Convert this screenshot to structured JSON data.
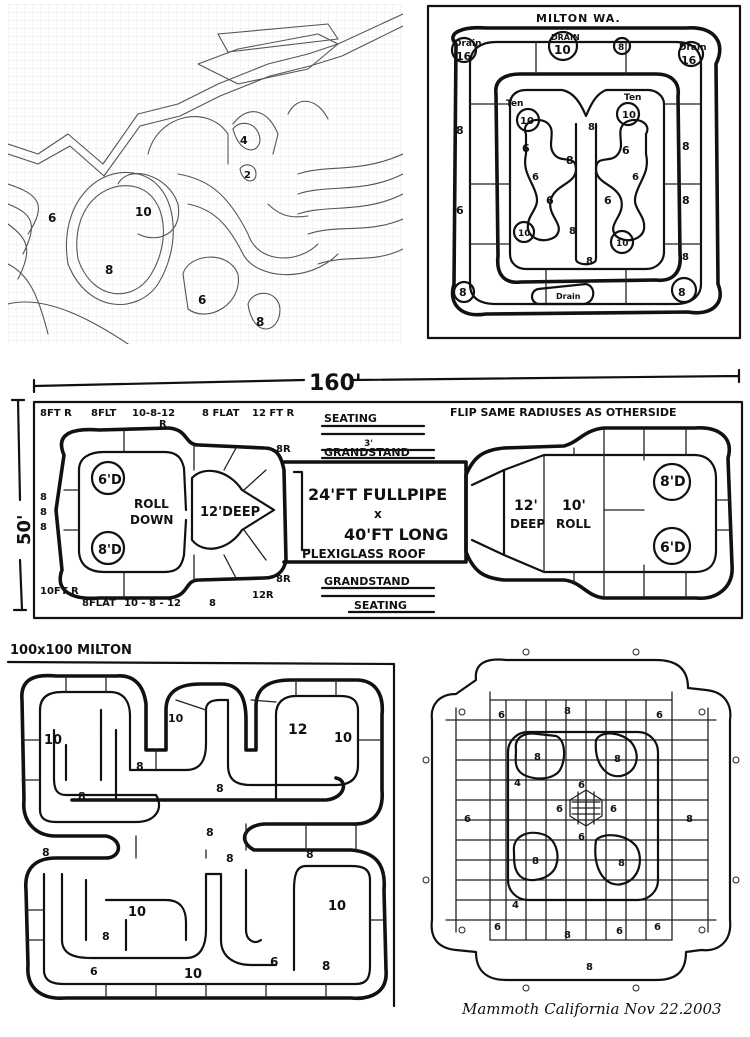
{
  "panels": {
    "pencil_sketch": {
      "depths": [
        "10",
        "8",
        "6",
        "6",
        "4",
        "2",
        "8"
      ]
    },
    "milton_wa": {
      "title": "MILTON WA.",
      "labels": [
        "Drain",
        "16",
        "DRAIN",
        "10",
        "8",
        "Drain",
        "16",
        "Ten",
        "Ten",
        "10",
        "10",
        "6",
        "8",
        "6",
        "6",
        "8",
        "6",
        "6",
        "8",
        "8",
        "10",
        "10",
        "8",
        "8",
        "8",
        "Drain",
        "8",
        "6",
        "6",
        "8",
        "8"
      ]
    },
    "big_plan": {
      "length": "160'",
      "width": "50'",
      "top_left_notes": [
        "8FT R",
        "8FLT",
        "10-8-12",
        "R",
        "8 FLAT",
        "12 FT R",
        "8R"
      ],
      "bottom_left_notes": [
        "10FT R",
        "8FLAT",
        "10 - 8 - 12",
        "8",
        "12R",
        "8R"
      ],
      "side_left_notes": [
        "8",
        "8",
        "8"
      ],
      "seating_top": "SEATING",
      "seating_top_sub": "3'",
      "grandstand_top": "GRANDSTAND",
      "grandstand_bottom": "GRANDSTAND",
      "seating_bottom": "SEATING",
      "flip_note": "FLIP SAME RADIUSES AS OTHERSIDE",
      "pipe_line1": "24'FT FULLPIPE",
      "pipe_x": "x",
      "pipe_line2": "40'FT LONG",
      "pipe_line3": "PLEXIGLASS ROOF",
      "left_bowl_1": "6'D",
      "left_bowl_2": "8'D",
      "roll_down_1": "ROLL",
      "roll_down_2": "DOWN",
      "left_deep": "12'DEEP",
      "right_deep_1": "12'",
      "right_deep_2": "DEEP",
      "right_roll_1": "10'",
      "right_roll_2": "ROLL",
      "right_bowl_1": "8'D",
      "right_bowl_2": "6'D"
    },
    "milton_100": {
      "title": "100x100 MILTON",
      "labels": [
        "10",
        "10",
        "12",
        "10",
        "8",
        "8",
        "8",
        "8",
        "8",
        "10",
        "8",
        "10",
        "10",
        "6",
        "8",
        "6",
        "8",
        "8"
      ]
    },
    "mammoth": {
      "labels": [
        "6",
        "8",
        "6",
        "8",
        "8",
        "4",
        "6",
        "6",
        "6",
        "6",
        "6",
        "8",
        "8",
        "8",
        "6",
        "6",
        "8",
        "6",
        "4",
        "8"
      ],
      "signature": "Mammoth California  Nov 22.2003"
    }
  }
}
